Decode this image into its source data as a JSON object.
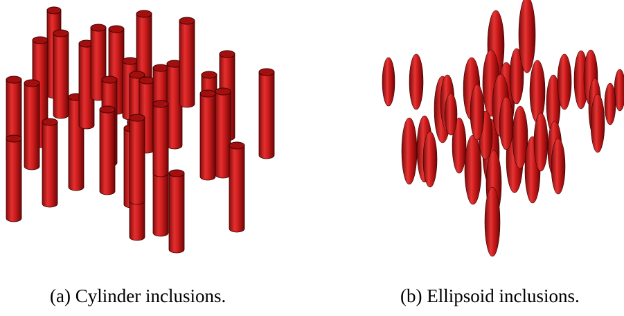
{
  "figure": {
    "panels": [
      {
        "caption": "(a) Cylinder inclusions.",
        "subject": "cylinder-inclusions"
      },
      {
        "caption": "(b) Ellipsoid inclusions.",
        "subject": "ellipsoid-inclusions"
      }
    ],
    "colors": {
      "inclusion_body": "#cc1a1a",
      "inclusion_highlight": "#ff5a5a",
      "inclusion_shadow": "#7a0808",
      "inclusion_top": "#a30f0f",
      "outline": "#3a0000",
      "background": "#ffffff"
    }
  }
}
